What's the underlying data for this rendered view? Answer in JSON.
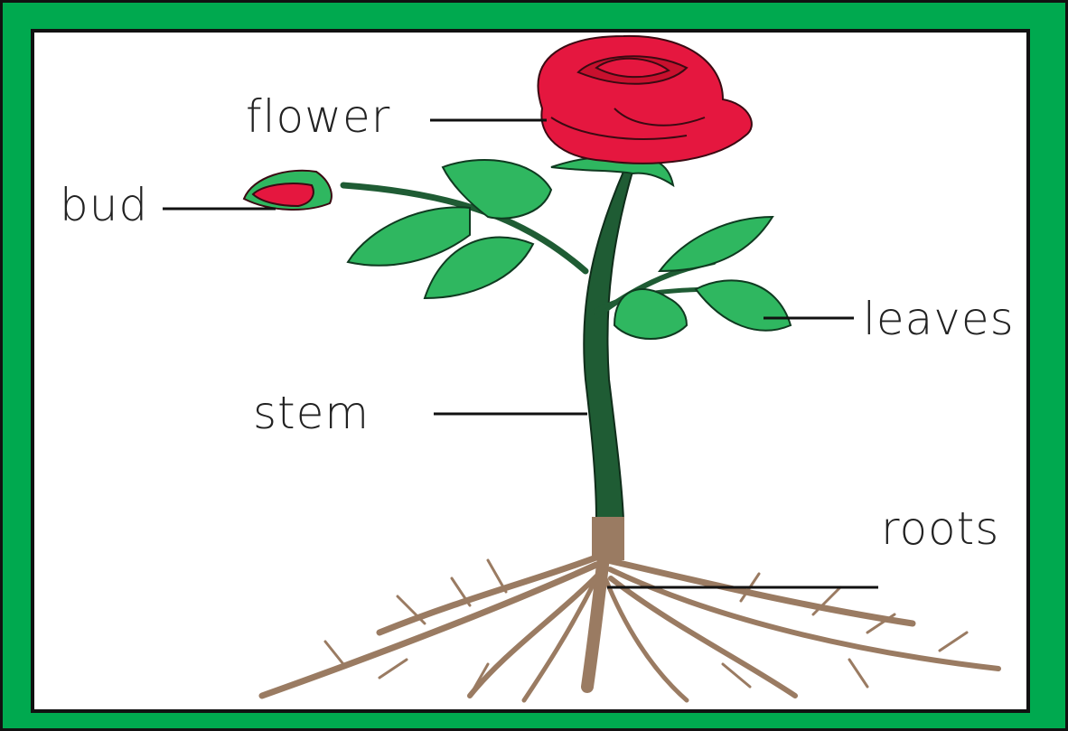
{
  "labels": {
    "flower": "flower",
    "bud": "bud",
    "leaves": "leaves",
    "stem": "stem",
    "roots": "roots"
  },
  "colors": {
    "border_green": "#00a94f",
    "petal_red": "#e5173f",
    "leaf_green": "#2fb760",
    "stem_green": "#1f5c34",
    "root_brown": "#9a7b62"
  }
}
